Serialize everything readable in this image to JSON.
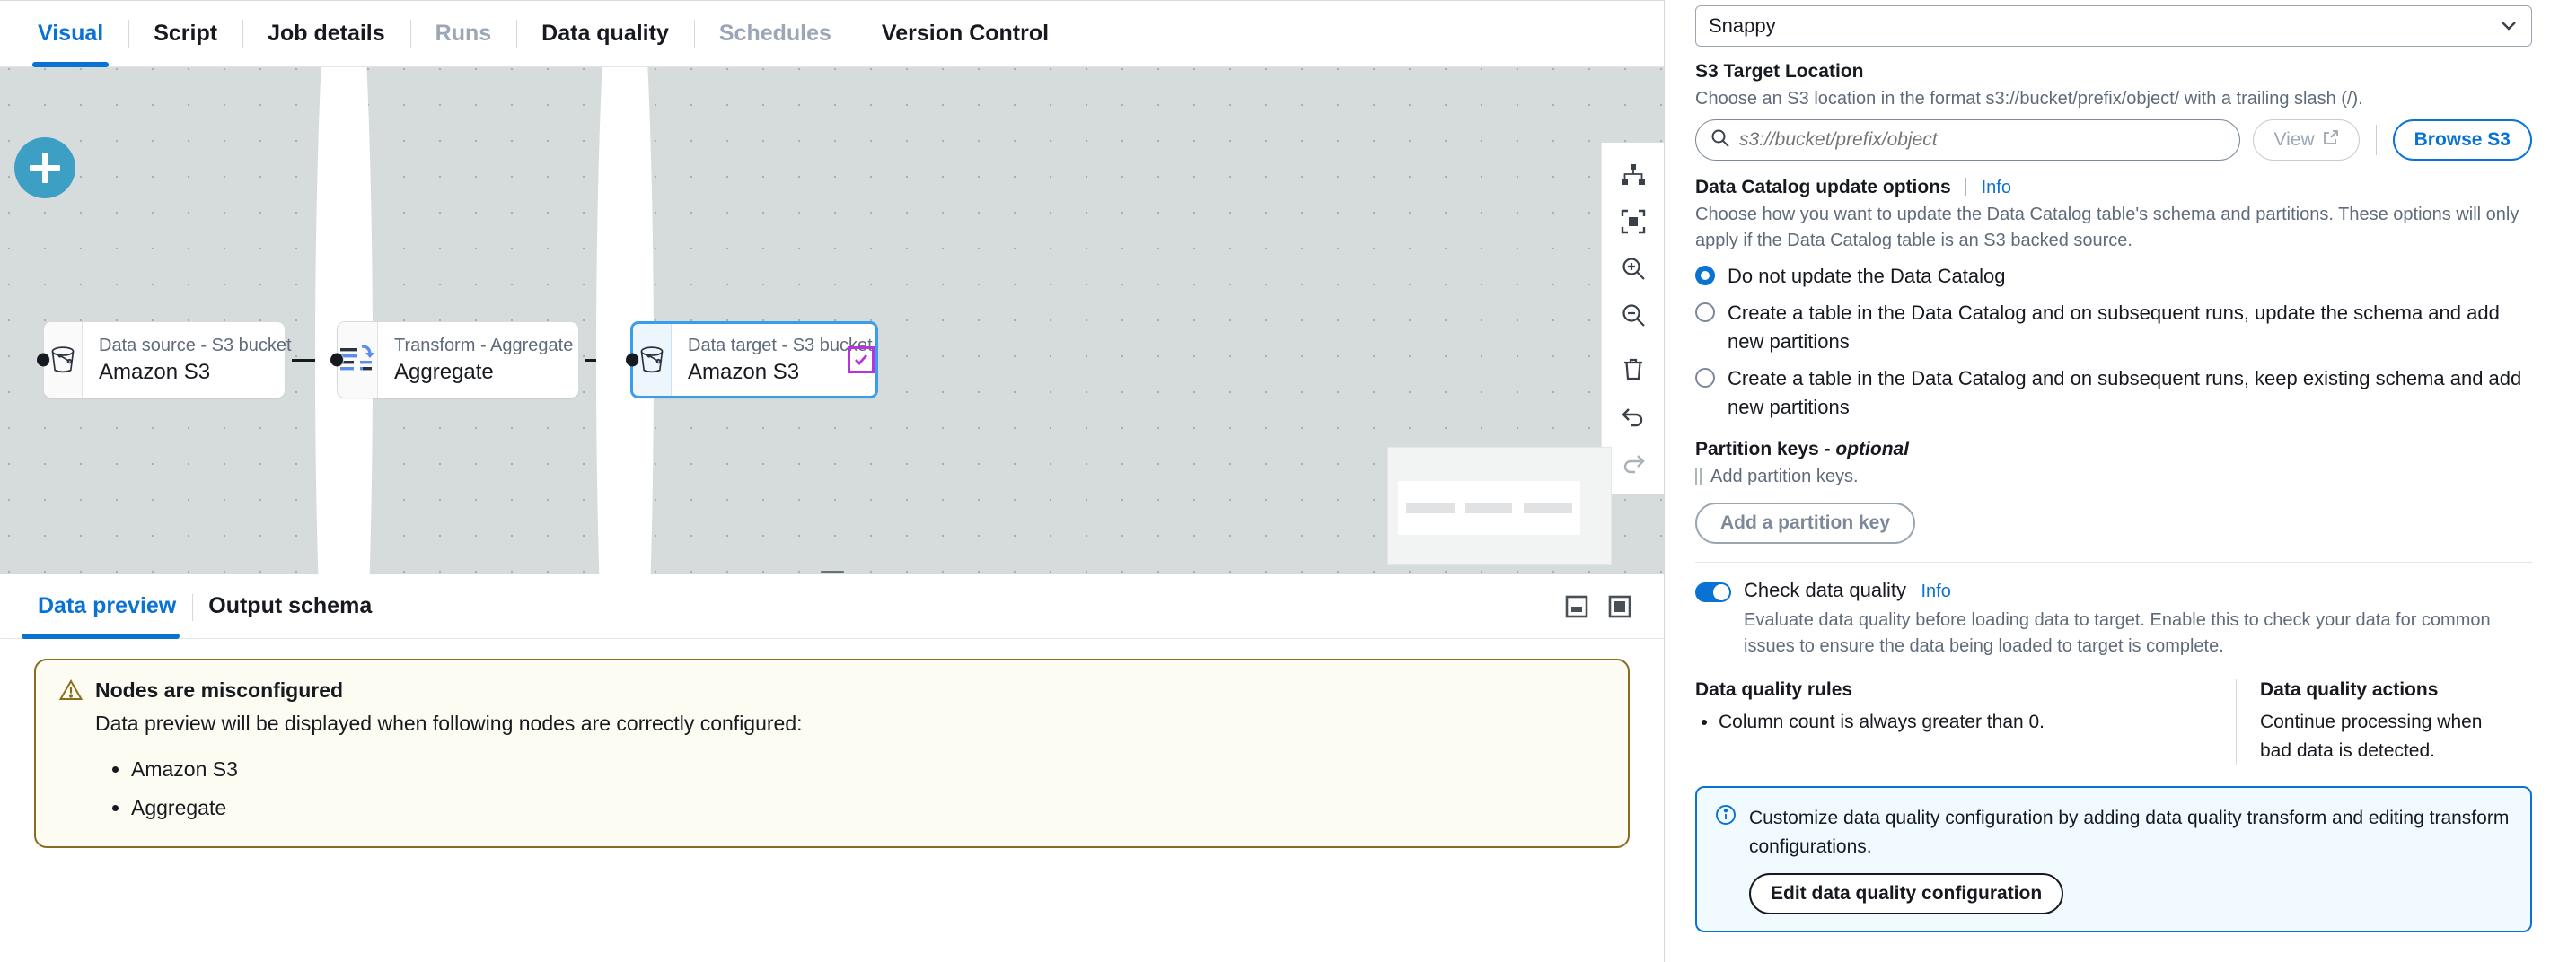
{
  "tabs": [
    {
      "label": "Visual",
      "state": "active"
    },
    {
      "label": "Script",
      "state": "normal"
    },
    {
      "label": "Job details",
      "state": "normal"
    },
    {
      "label": "Runs",
      "state": "disabled"
    },
    {
      "label": "Data quality",
      "state": "normal"
    },
    {
      "label": "Schedules",
      "state": "disabled"
    },
    {
      "label": "Version Control",
      "state": "normal"
    }
  ],
  "canvas": {
    "add_node_label": "+",
    "nodes": [
      {
        "subtitle": "Data source - S3 bucket",
        "title": "Amazon S3",
        "icon": "s3-bucket-icon",
        "selected": false
      },
      {
        "subtitle": "Transform - Aggregate",
        "title": "Aggregate",
        "icon": "aggregate-icon",
        "selected": false
      },
      {
        "subtitle": "Data target - S3 bucket",
        "title": "Amazon S3",
        "icon": "s3-bucket-icon",
        "selected": true,
        "badge": "check-badge"
      }
    ],
    "tools": [
      {
        "name": "auto-layout-icon"
      },
      {
        "name": "fit-to-screen-icon"
      },
      {
        "name": "zoom-in-icon"
      },
      {
        "name": "zoom-out-icon"
      },
      {
        "name": "delete-icon"
      },
      {
        "name": "undo-icon"
      },
      {
        "name": "redo-icon",
        "disabled": true
      }
    ]
  },
  "preview": {
    "tabs": [
      {
        "label": "Data preview",
        "state": "active"
      },
      {
        "label": "Output schema",
        "state": "normal"
      }
    ],
    "alert": {
      "title": "Nodes are misconfigured",
      "text": "Data preview will be displayed when following nodes are correctly configured:",
      "items": [
        "Amazon S3",
        "Aggregate"
      ]
    }
  },
  "right_panel": {
    "compression": {
      "value": "Snappy"
    },
    "s3_target": {
      "label": "S3 Target Location",
      "description": "Choose an S3 location in the format s3://bucket/prefix/object/ with a trailing slash (/).",
      "placeholder": "s3://bucket/prefix/object",
      "value": "",
      "view_label": "View",
      "browse_label": "Browse S3"
    },
    "catalog": {
      "label": "Data Catalog update options",
      "info_label": "Info",
      "description": "Choose how you want to update the Data Catalog table's schema and partitions. These options will only apply if the Data Catalog table is an S3 backed source.",
      "options": [
        {
          "label": "Do not update the Data Catalog",
          "selected": true
        },
        {
          "label": "Create a table in the Data Catalog and on subsequent runs, update the schema and add new partitions",
          "selected": false
        },
        {
          "label": "Create a table in the Data Catalog and on subsequent runs, keep existing schema and add new partitions",
          "selected": false
        }
      ]
    },
    "partition_keys": {
      "label": "Partition keys - ",
      "label_optional": "optional",
      "note": "Add partition keys.",
      "add_button": "Add a partition key"
    },
    "data_quality": {
      "toggle_label": "Check data quality",
      "info_label": "Info",
      "toggle_on": true,
      "description": "Evaluate data quality before loading data to target. Enable this to check your data for common issues to ensure the data being loaded to target is complete.",
      "rules_heading": "Data quality rules",
      "rules": [
        "Column count is always greater than 0."
      ],
      "actions_heading": "Data quality actions",
      "actions_text": "Continue processing when bad data is detected."
    },
    "info_box": {
      "text": "Customize data quality configuration by adding data quality transform and editing transform configurations.",
      "button": "Edit data quality configuration"
    }
  },
  "colors": {
    "accent": "#0972d3",
    "canvas_bg": "#d6dcdc",
    "badge_purple": "#b832e0",
    "add_button": "#3d9fc4",
    "warning_border": "#8a6d1c"
  }
}
